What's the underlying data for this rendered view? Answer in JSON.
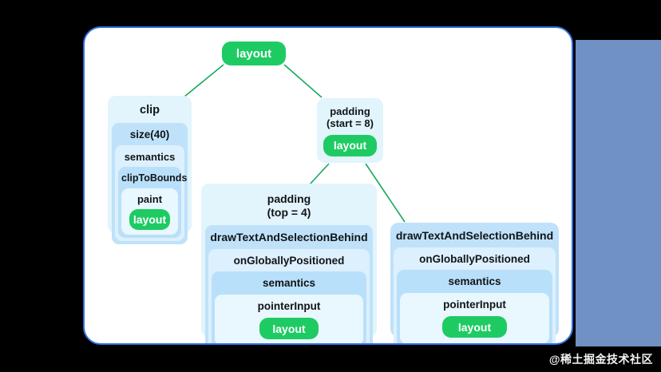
{
  "canvas": {
    "background_color": "#000000",
    "card_border_color": "#2f6fe0",
    "card_background": "#ffffff",
    "side_panel_color": "#6f91c4",
    "accent_green": "#1ecb63"
  },
  "watermark": {
    "text": "@稀土掘金技术社区"
  },
  "tree": {
    "root": {
      "label": "layout"
    },
    "clip_stack": {
      "label": "clip",
      "levels": [
        {
          "label": "size(40)"
        },
        {
          "label": "semantics"
        },
        {
          "label": "clipToBounds"
        },
        {
          "label": "paint"
        }
      ],
      "leaf": "layout"
    },
    "padding_start": {
      "label": "padding\n(start = 8)",
      "leaf": "layout"
    },
    "padding_top": {
      "label": "padding\n(top = 4)",
      "levels": [
        {
          "label": "drawTextAndSelectionBehind"
        },
        {
          "label": "onGloballyPositioned"
        },
        {
          "label": "semantics"
        },
        {
          "label": "pointerInput"
        }
      ],
      "leaf": "layout"
    },
    "draw_text": {
      "label": "drawTextAndSelectionBehind",
      "levels": [
        {
          "label": "onGloballyPositioned"
        },
        {
          "label": "semantics"
        },
        {
          "label": "pointerInput"
        }
      ],
      "leaf": "layout"
    }
  }
}
